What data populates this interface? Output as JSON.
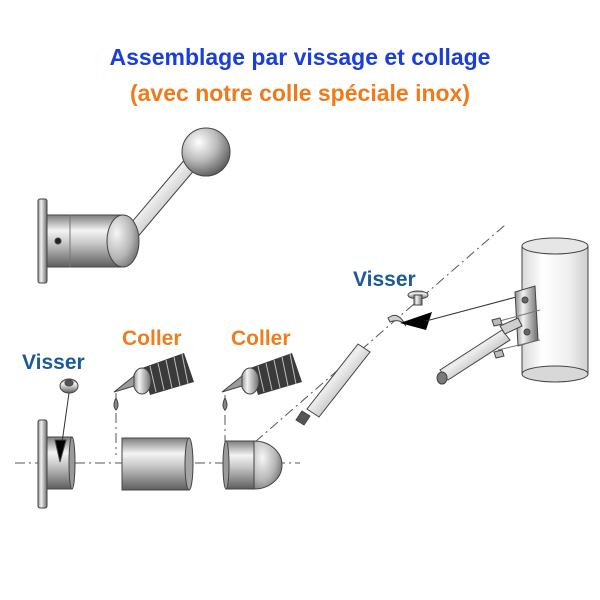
{
  "title": {
    "line1": "Assemblage par vissage et collage",
    "line2": "(avec notre colle spéciale inox)"
  },
  "labels": {
    "visser_left": "Visser",
    "coller_1": "Coller",
    "coller_2": "Coller",
    "visser_right": "Visser"
  },
  "colors": {
    "title_blue": "#1a3fd6",
    "title_orange": "#f07a1a",
    "label_blue": "#1b5a9a",
    "label_orange": "#ee7d1e"
  }
}
